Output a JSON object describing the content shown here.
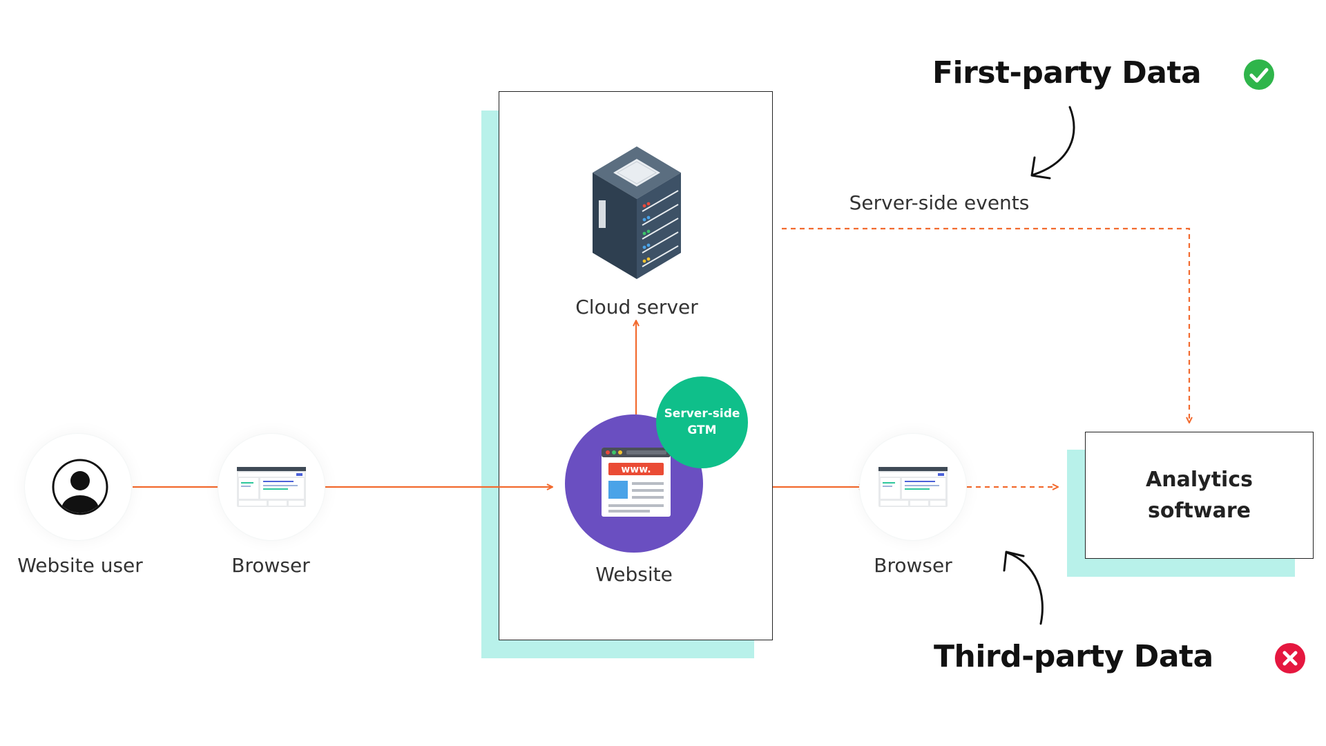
{
  "nodes": {
    "website_user": "Website user",
    "browser_left": "Browser",
    "cloud_server": "Cloud server",
    "website": "Website",
    "server_side_gtm": {
      "line1": "Server-side",
      "line2": "GTM"
    },
    "browser_right": "Browser",
    "analytics": {
      "line1": "Analytics",
      "line2": "software"
    }
  },
  "edges": {
    "server_side_events": "Server-side events"
  },
  "callouts": {
    "first_party": {
      "label": "First-party Data",
      "icon": "check-circle-icon",
      "color": "#2fb54b"
    },
    "third_party": {
      "label": "Third-party Data",
      "icon": "x-circle-icon",
      "color": "#e5173f"
    }
  },
  "colors": {
    "arrow": "#f26a2e",
    "tint": "#b8f1ea",
    "website_circle": "#6a4fc1",
    "gtm_circle": "#0fbf8a",
    "server_body": "#3d5166"
  }
}
